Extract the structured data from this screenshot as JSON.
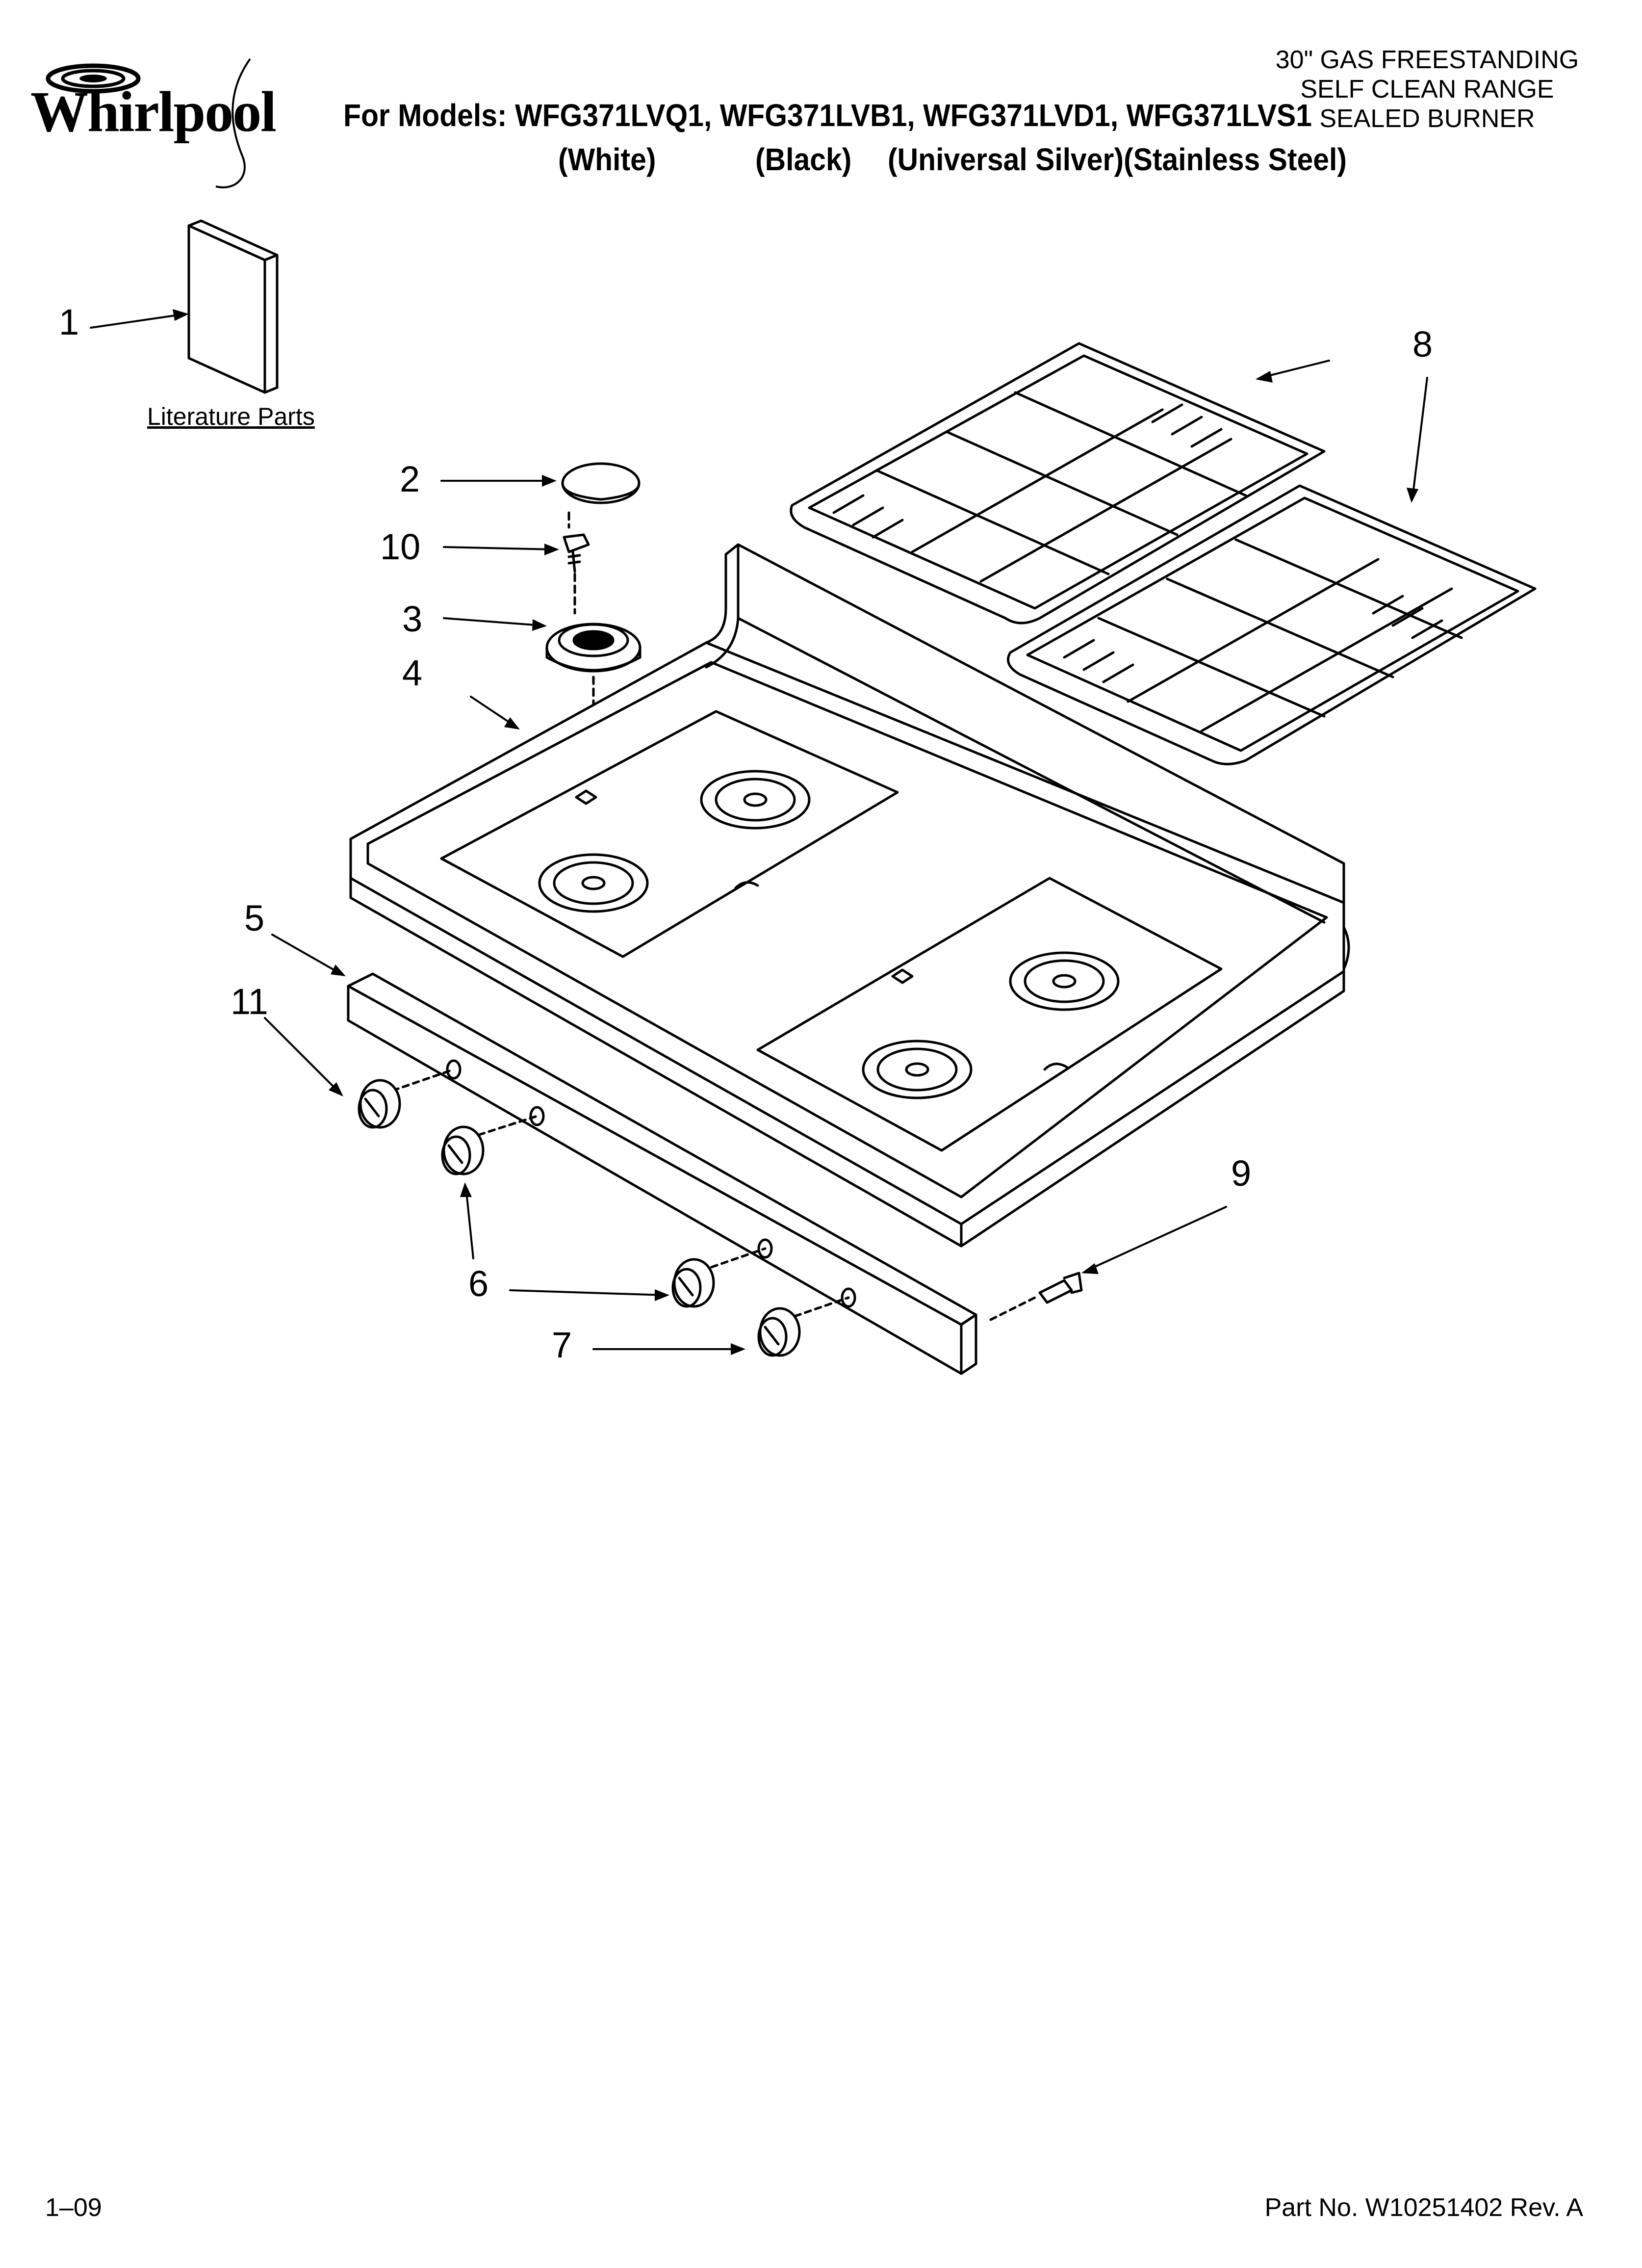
{
  "header": {
    "brand": "Whirlpool",
    "models_line": "For Models: WFG371LVQ1, WFG371LVB1, WFG371LVD1, WFG371LVS1",
    "variants": [
      "(White)",
      "(Black)",
      "(Universal Silver)(Stainless Steel)"
    ],
    "range_title": [
      "30\" GAS FREESTANDING",
      "SELF CLEAN RANGE",
      "SEALED BURNER"
    ]
  },
  "literature_label": "Literature Parts",
  "callouts": [
    "1",
    "2",
    "10",
    "3",
    "4",
    "5",
    "11",
    "6",
    "6",
    "7",
    "8",
    "9"
  ],
  "footer": {
    "date": "1–09",
    "part_no": "Part No. W10251402 Rev. A"
  }
}
